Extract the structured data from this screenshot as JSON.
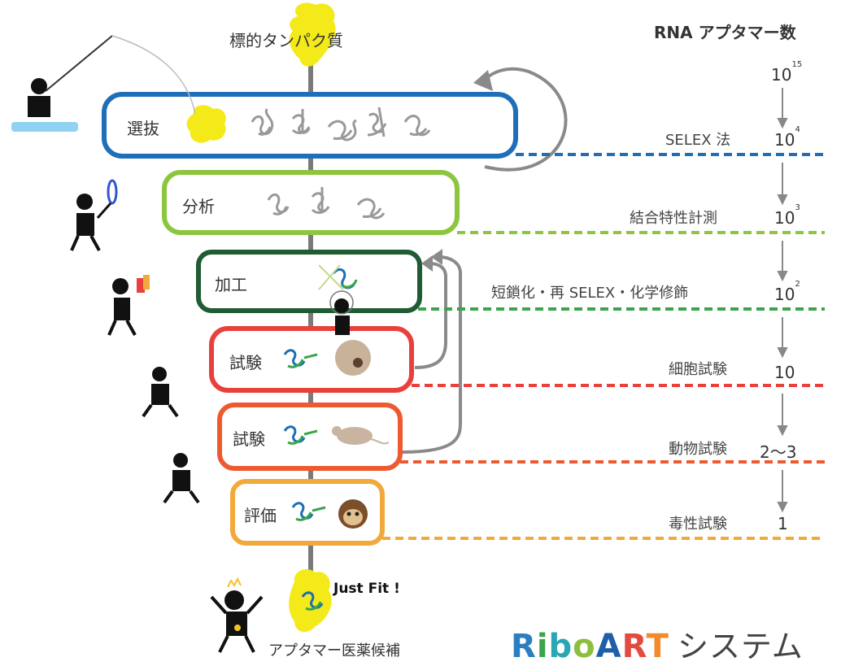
{
  "title_target": "標的タンパク質",
  "title_count": "RNA アプタマー数",
  "stages": [
    {
      "label": "選抜",
      "color": "#1f6fb8"
    },
    {
      "label": "分析",
      "color": "#8cc63f"
    },
    {
      "label": "加工",
      "color": "#1f5b33"
    },
    {
      "label": "試験",
      "color": "#e8403a"
    },
    {
      "label": "試験",
      "color": "#ee5a2f"
    },
    {
      "label": "評価",
      "color": "#f2a93b"
    }
  ],
  "methods": [
    "SELEX 法",
    "結合特性計測",
    "短鎖化・再 SELEX・化学修飾",
    "細胞試験",
    "動物試験",
    "毒性試験"
  ],
  "counts": [
    {
      "base": "10",
      "exp": "15"
    },
    {
      "base": "10",
      "exp": "4"
    },
    {
      "base": "10",
      "exp": "3"
    },
    {
      "base": "10",
      "exp": "2"
    },
    {
      "base": "10",
      "exp": ""
    },
    {
      "base": "2〜3",
      "exp": ""
    },
    {
      "base": "1",
      "exp": ""
    }
  ],
  "just_fit": "Just Fit !",
  "candidate": "アプタマー医薬候補",
  "brand": {
    "letters": [
      {
        "ch": "R",
        "color": "#2b7fc1"
      },
      {
        "ch": "i",
        "color": "#3aa54a"
      },
      {
        "ch": "b",
        "color": "#2aa7b3"
      },
      {
        "ch": "o",
        "color": "#8cbf3f"
      },
      {
        "ch": "A",
        "color": "#1f5fa8"
      },
      {
        "ch": "R",
        "color": "#e54a3f"
      },
      {
        "ch": "T",
        "color": "#f28a2b"
      }
    ],
    "suffix": "システム"
  },
  "colors": {
    "selection": "#1f6fb8",
    "analysis": "#8cc63f",
    "processing": "#1f5b33",
    "cell_test": "#e8403a",
    "animal_test": "#ee5a2f",
    "evaluation": "#f2a93b",
    "protein": "#f4ea1a",
    "cycle_arrow": "#8a8a8a"
  }
}
